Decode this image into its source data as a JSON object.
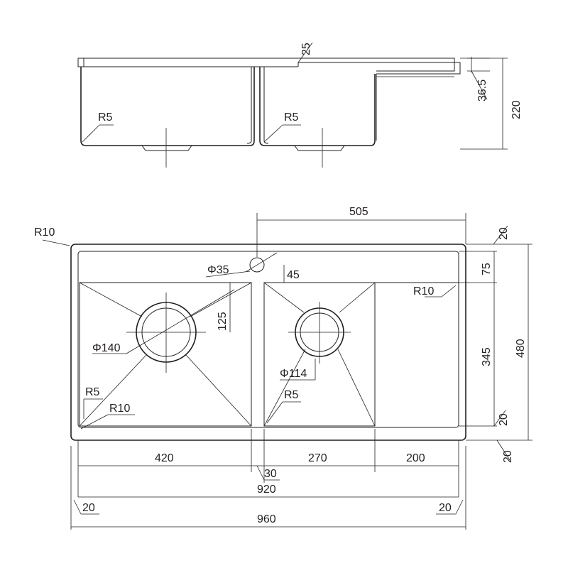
{
  "side_view": {
    "dim_top": "25",
    "dim_step": "36.5",
    "dim_height": "220",
    "radius_left": "R5",
    "radius_right": "R5"
  },
  "plan_view": {
    "corner_radius_outer": "R10",
    "faucet_hole": "Φ35",
    "faucet_offset": "45",
    "dim_505": "505",
    "dim_20_top": "20",
    "dim_75": "75",
    "drainboard_radius": "R10",
    "dim_125": "125",
    "dim_345": "345",
    "dim_480": "480",
    "dim_20_mid": "20",
    "dim_20_side": "20",
    "drain_large": "Φ140",
    "drain_small": "Φ114",
    "radius_large_bowl": "R5",
    "radius_large_bowl_outer": "R10",
    "radius_small_bowl": "R5",
    "dim_420": "420",
    "dim_30": "30",
    "dim_270": "270",
    "dim_200": "200",
    "dim_920": "920",
    "dim_20_left": "20",
    "dim_20_right": "20",
    "dim_960": "960"
  }
}
